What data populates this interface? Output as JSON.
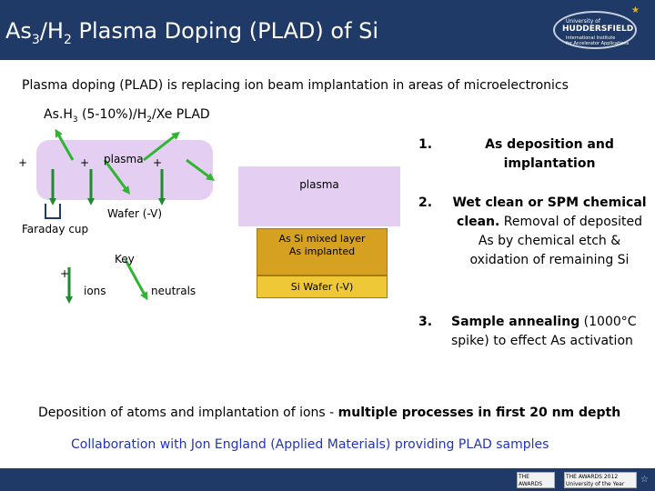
{
  "header": {
    "title_pre": "As",
    "title_sub1": "3",
    "title_mid": "/H",
    "title_sub2": "2",
    "title_post": " Plasma Doping (PLAD) of Si",
    "logo_line1": "University of",
    "logo_line2": "HUDDERSFIELD",
    "logo_line3": "International Institute",
    "logo_line4": "for Accelerator Applications"
  },
  "intro": "Plasma doping (PLAD) is replacing ion beam implantation in areas of microelectronics",
  "gas_mix": {
    "pre": "As.H",
    "sub1": "3",
    "mid": " (5-10%)/H",
    "sub2": "2",
    "post": "/Xe  PLAD"
  },
  "left_diagram": {
    "plus": "+",
    "plasma": "plasma",
    "wafer": "Wafer (-V)",
    "faraday": "Faraday cup",
    "key": "Key",
    "ions": "ions",
    "neutrals": "neutrals"
  },
  "right_diagram": {
    "plasma": "plasma",
    "mixed_line1": "As Si mixed layer",
    "mixed_line2": "As  implanted",
    "wafer": "Si  Wafer (-V)"
  },
  "steps": [
    {
      "num": "1.",
      "bold": "As deposition and implantation",
      "rest": ""
    },
    {
      "num": "2.",
      "bold": "Wet clean or SPM chemical clean.",
      "rest": " Removal of deposited As by chemical etch & oxidation of remaining Si"
    },
    {
      "num": "3.",
      "bold": "Sample annealing",
      "rest": " (1000°C spike) to effect As activation"
    }
  ],
  "summary": {
    "normal": "Deposition of atoms and implantation of ions - ",
    "bold": "multiple processes in first 20 nm depth"
  },
  "collaboration": "Collaboration with Jon England (Applied Materials) providing PLAD samples",
  "footer": {
    "badge1": "THE AWARDS",
    "badge2": "THE AWARDS 2012 University of the Year",
    "crest": "☆"
  },
  "colors": {
    "title_bar": "#1f3a66",
    "plasma": "#e4cff2",
    "ion_arrow": "#1f8a2e",
    "neutral_arrow": "#2fb52f",
    "mixed_layer": "#d6a021",
    "wafer": "#efc838",
    "collab_text": "#2233bb"
  }
}
